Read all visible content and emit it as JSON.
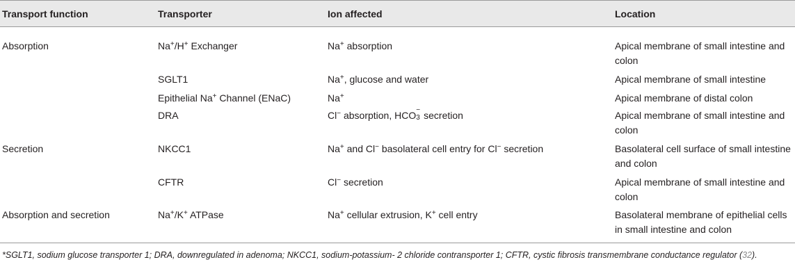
{
  "table": {
    "headers": [
      "Transport function",
      "Transporter",
      "Ion affected",
      "Location"
    ],
    "rows": [
      {
        "function": "Absorption",
        "transporter": {
          "a": "Na",
          "a_sup": "+",
          "b": "/H",
          "b_sup": "+",
          "c": " Exchanger"
        },
        "ion": {
          "a": "Na",
          "a_sup": "+",
          "b": " absorption"
        },
        "location": "Apical membrane of small intestine and colon"
      },
      {
        "function": "",
        "transporter": {
          "a": "SGLT1"
        },
        "ion": {
          "a": "Na",
          "a_sup": "+",
          "b": ", glucose and water"
        },
        "location": "Apical membrane of small intestine"
      },
      {
        "function": "",
        "transporter": {
          "a": "Epithelial Na",
          "a_sup": "+",
          "b": " Channel (ENaC)"
        },
        "ion": {
          "a": "Na",
          "a_sup": "+"
        },
        "location": "Apical membrane of distal colon"
      },
      {
        "function": "",
        "transporter": {
          "a": "DRA"
        },
        "ion": {
          "a": "Cl",
          "a_sup": "−",
          "b": " absorption, HCO",
          "b_sub": "3",
          "b_sup": "−",
          "c": " secretion"
        },
        "location": "Apical membrane of small intestine and colon"
      },
      {
        "function": "Secretion",
        "transporter": {
          "a": "NKCC1"
        },
        "ion": {
          "a": "Na",
          "a_sup": "+",
          "b": " and Cl",
          "b_sup": "−",
          "c": " basolateral cell entry for Cl",
          "c_sup": "−",
          "d": " secretion"
        },
        "location": "Basolateral cell surface of small intestine and colon"
      },
      {
        "function": "",
        "transporter": {
          "a": "CFTR"
        },
        "ion": {
          "a": "Cl",
          "a_sup": "−",
          "b": " secretion"
        },
        "location": "Apical membrane of small intestine and colon"
      },
      {
        "function": "Absorption and secretion",
        "transporter": {
          "a": "Na",
          "a_sup": "+",
          "b": "/K",
          "b_sup": "+",
          "c": " ATPase"
        },
        "ion": {
          "a": "Na",
          "a_sup": "+",
          "b": " cellular extrusion, K",
          "b_sup": "+",
          "c": " cell entry"
        },
        "location": "Basolateral membrane of epithelial cells in small intestine and colon"
      }
    ]
  },
  "footnote": {
    "text": "*SGLT1, sodium glucose transporter 1; DRA, downregulated in adenoma; NKCC1, sodium-potassium- 2 chloride contransporter 1; CFTR, cystic fibrosis transmembrane conductance regulator (",
    "ref": "32",
    "end": ")."
  }
}
